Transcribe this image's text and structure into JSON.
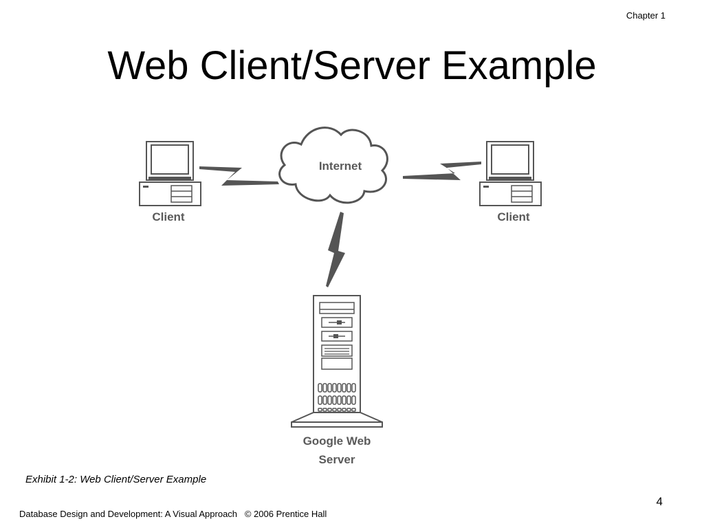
{
  "header": {
    "chapter": "Chapter 1"
  },
  "title": "Web Client/Server Example",
  "diagram": {
    "nodes": {
      "internet": "Internet",
      "client_left": "Client",
      "client_right": "Client",
      "server_line1": "Google Web",
      "server_line2": "Server"
    }
  },
  "caption": "Exhibit 1-2: Web Client/Server Example",
  "page_number": "4",
  "footer": "Database Design and Development: A Visual Approach   © 2006 Prentice Hall"
}
